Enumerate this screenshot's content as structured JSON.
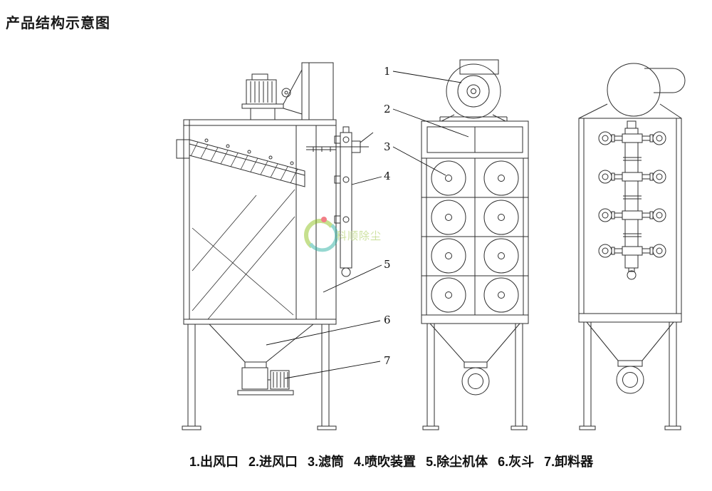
{
  "page": {
    "title": "产品结构示意图"
  },
  "colors": {
    "line": "#2e2e2e",
    "watermark_green": "#8fc31f",
    "watermark_teal": "#2fb3a5",
    "watermark_red": "#e60012"
  },
  "callouts": {
    "c1": "1",
    "c2": "2",
    "c3": "3",
    "c4": "4",
    "c5": "5",
    "c6": "6",
    "c7": "7"
  },
  "legend": {
    "items": [
      {
        "text": "1.出风口"
      },
      {
        "text": "2.进风口"
      },
      {
        "text": "3.滤筒"
      },
      {
        "text": "4.喷吹装置"
      },
      {
        "text": "5.除尘机体"
      },
      {
        "text": "6.灰斗"
      },
      {
        "text": "7.卸料器"
      }
    ]
  },
  "watermark": {
    "text": "科顺除尘"
  }
}
